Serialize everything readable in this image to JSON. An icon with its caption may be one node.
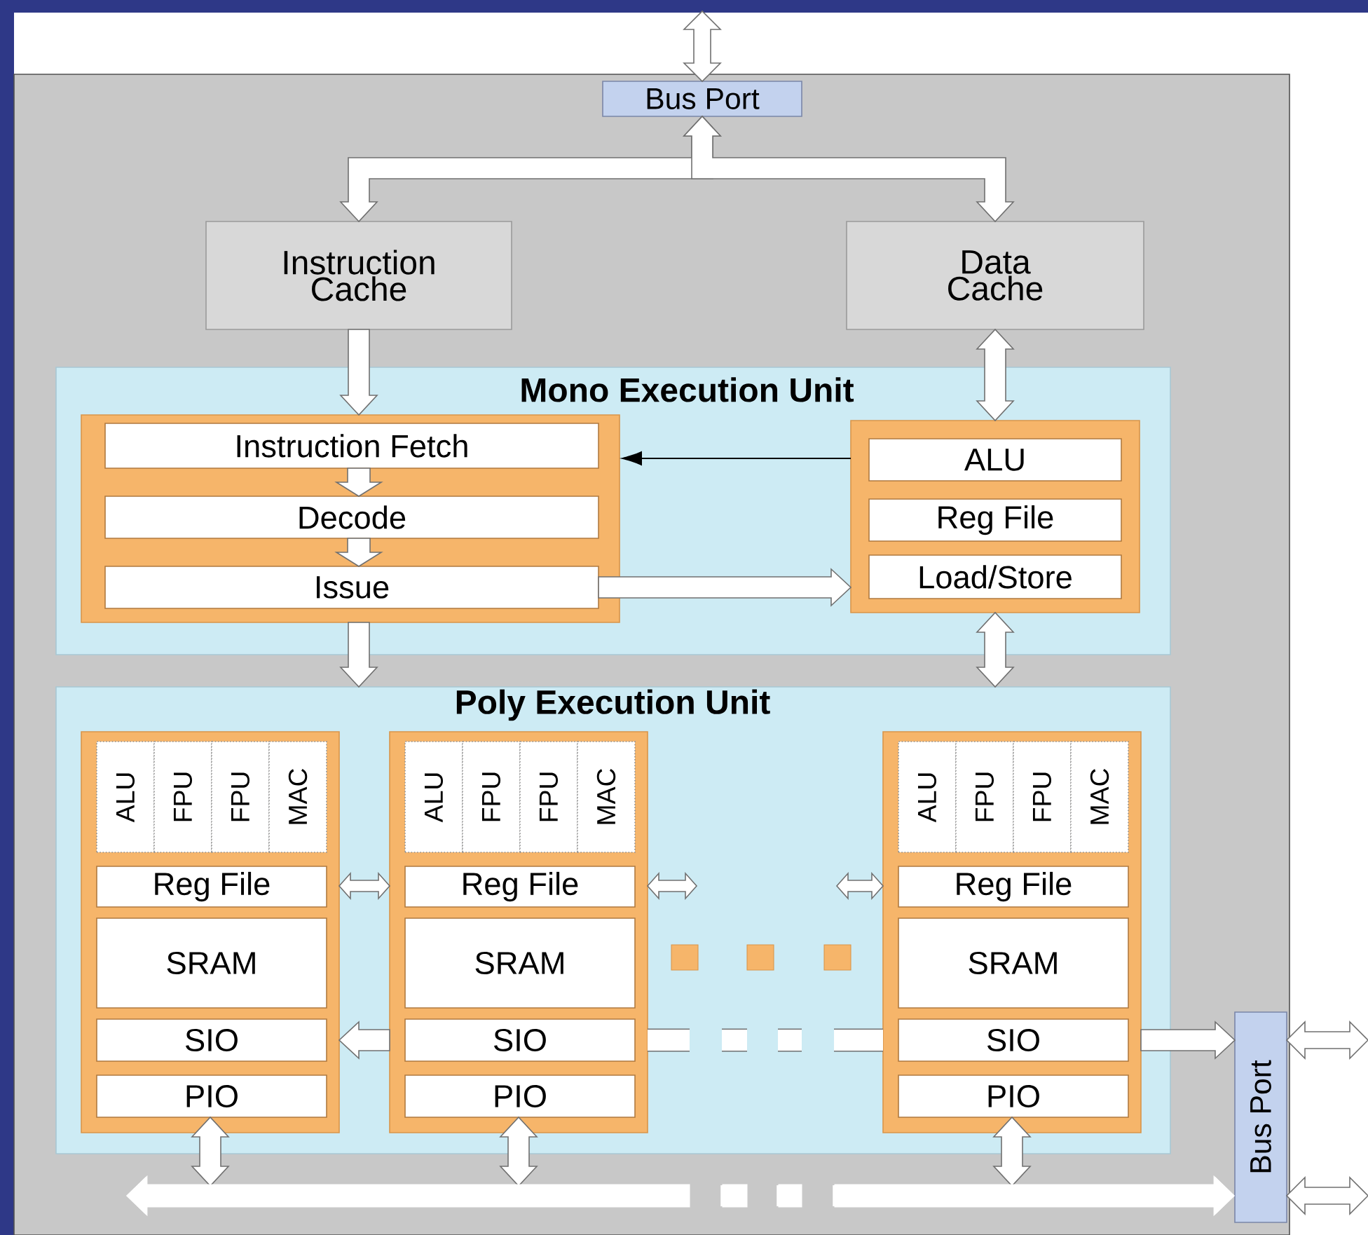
{
  "diagram": {
    "nodes": [
      {
        "text": [],
        "shape": "box"
      },
      {
        "text": [
          "Bus Port"
        ],
        "in": 0
      },
      {
        "text": [
          "Instruction Cache"
        ],
        "in": 0
      },
      {
        "text": [
          "Data Cache"
        ],
        "in": 0
      },
      {
        "text": [
          "Mono Execution Unit"
        ],
        "in": 0
      },
      {
        "text": [],
        "shape": "box",
        "in": 4
      },
      {
        "text": [
          "Instruction Fetch"
        ],
        "in": 5
      },
      {
        "text": [
          "Decode"
        ],
        "in": 5
      },
      {
        "text": [
          "Issue"
        ],
        "in": 5
      },
      {
        "text": [],
        "shape": "box",
        "in": 4
      },
      {
        "text": [
          "ALU"
        ],
        "in": 9
      },
      {
        "text": [
          "Reg File"
        ],
        "in": 9
      },
      {
        "text": [
          "Load/Store"
        ],
        "in": 9
      },
      {
        "text": [
          "Poly Execution Unit"
        ],
        "in": 0
      },
      {
        "text": [],
        "shape": "box",
        "in": 13
      },
      {
        "text": [
          "ALU"
        ],
        "in": 14
      },
      {
        "text": [
          "FPU"
        ],
        "in": 14
      },
      {
        "text": [
          "FPU"
        ],
        "in": 14
      },
      {
        "text": [
          "MAC"
        ],
        "in": 14
      },
      {
        "text": [
          "Reg File"
        ],
        "in": 14
      },
      {
        "text": [
          "SRAM"
        ],
        "in": 14
      },
      {
        "text": [
          "SIO"
        ],
        "in": 14
      },
      {
        "text": [
          "PIO"
        ],
        "in": 14
      },
      {
        "text": [],
        "shape": "box",
        "in": 13
      },
      {
        "text": [
          "ALU"
        ],
        "in": 23
      },
      {
        "text": [
          "FPU"
        ],
        "in": 23
      },
      {
        "text": [
          "FPU"
        ],
        "in": 23
      },
      {
        "text": [
          "MAC"
        ],
        "in": 23
      },
      {
        "text": [
          "Reg File"
        ],
        "in": 23
      },
      {
        "text": [
          "SRAM"
        ],
        "in": 23
      },
      {
        "text": [
          "SIO"
        ],
        "in": 23
      },
      {
        "text": [
          "PIO"
        ],
        "in": 23
      },
      {
        "text": [],
        "shape": "box",
        "in": 13
      },
      {
        "text": [
          "ALU"
        ],
        "in": 32
      },
      {
        "text": [
          "FPU"
        ],
        "in": 32
      },
      {
        "text": [
          "FPU"
        ],
        "in": 32
      },
      {
        "text": [
          "MAC"
        ],
        "in": 32
      },
      {
        "text": [
          "Reg File"
        ],
        "in": 32
      },
      {
        "text": [
          "SRAM"
        ],
        "in": 32
      },
      {
        "text": [
          "SIO"
        ],
        "in": 32
      },
      {
        "text": [
          "PIO"
        ],
        "in": 32
      },
      {
        "text": [
          "Bus Port"
        ],
        "in": 0
      }
    ],
    "edges": [
      {
        "from": 1,
        "to": null,
        "arrow": "both"
      },
      {
        "from": 1,
        "to": 2,
        "arrow": "both"
      },
      {
        "from": 1,
        "to": 3,
        "arrow": "both"
      },
      {
        "from": 2,
        "to": 5,
        "arrow": "to"
      },
      {
        "from": 3,
        "to": 9,
        "arrow": "both"
      },
      {
        "from": 6,
        "to": 7,
        "arrow": "to"
      },
      {
        "from": 7,
        "to": 8,
        "arrow": "to"
      },
      {
        "from": 9,
        "to": 5,
        "arrow": "to",
        "color": "#000000"
      },
      {
        "from": 8,
        "to": 9,
        "arrow": "to"
      },
      {
        "from": 5,
        "to": 13,
        "arrow": "to"
      },
      {
        "from": 9,
        "to": 13,
        "arrow": "both"
      },
      {
        "from": 14,
        "to": 23,
        "arrow": "both"
      },
      {
        "from": 23,
        "to": null,
        "arrow": "both"
      },
      {
        "from": null,
        "to": 32,
        "arrow": "both"
      },
      {
        "from": 23,
        "to": 14,
        "arrow": "to"
      },
      {
        "from": 32,
        "to": 23,
        "arrow": "none",
        "style": "dashed",
        "color": "#707070"
      },
      {
        "from": 32,
        "to": 41,
        "arrow": "to"
      },
      {
        "from": 41,
        "to": null,
        "arrow": "both"
      },
      {
        "from": 41,
        "to": null,
        "arrow": "both"
      },
      {
        "from": 22,
        "to": null,
        "arrow": "both"
      },
      {
        "from": 31,
        "to": null,
        "arrow": "both"
      },
      {
        "from": 40,
        "to": null,
        "arrow": "both"
      },
      {
        "from": null,
        "to": 41,
        "arrow": "both",
        "style": "dashed",
        "color": "#ffffff"
      }
    ]
  }
}
